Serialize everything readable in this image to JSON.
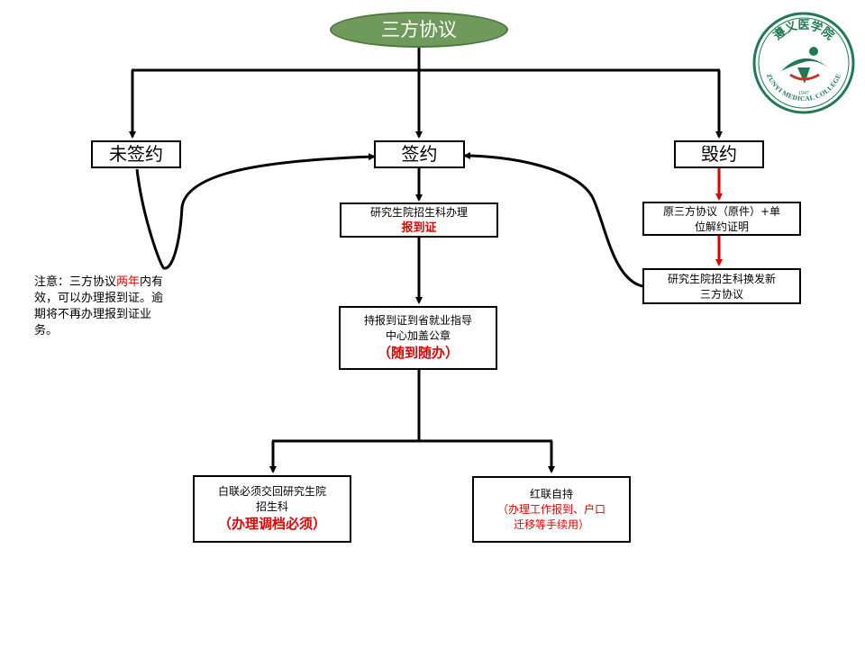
{
  "title": "三方协议",
  "nodes": {
    "unsigned": "未签约",
    "signed": "签约",
    "breach": "毁约",
    "register_line1": "研究生院招生科办理",
    "register_line2": "报到证",
    "stamp_line1": "持报到证到省就业指导",
    "stamp_line2": "中心加盖公章",
    "stamp_line3": "（随到随办）",
    "white_line1": "白联必须交回研究生院",
    "white_line2": "招生科",
    "white_line3": "（办理调档必须）",
    "red_line1": "红联自持",
    "red_line2": "（办理工作报到、户口",
    "red_line3": "迁移等手续用）",
    "original_line1": "原三方协议（原件）+单",
    "original_line2": "位解约证明",
    "reissue_line1": "研究生院招生科换发新",
    "reissue_line2": "三方协议"
  },
  "note": {
    "part1": "注意：三方协议",
    "highlight": "两年",
    "part2": "内有效，可以办理报到证。逾期将不再办理报到证业务。"
  },
  "logo": {
    "calligraphy": "遵义医学院",
    "english": "ZUNYI MEDICAL COLLEGE",
    "year": "1947"
  },
  "colors": {
    "ellipse_fill": "#6f9a5c",
    "highlight_red": "#e00000",
    "logo_green": "#1f7a52"
  }
}
